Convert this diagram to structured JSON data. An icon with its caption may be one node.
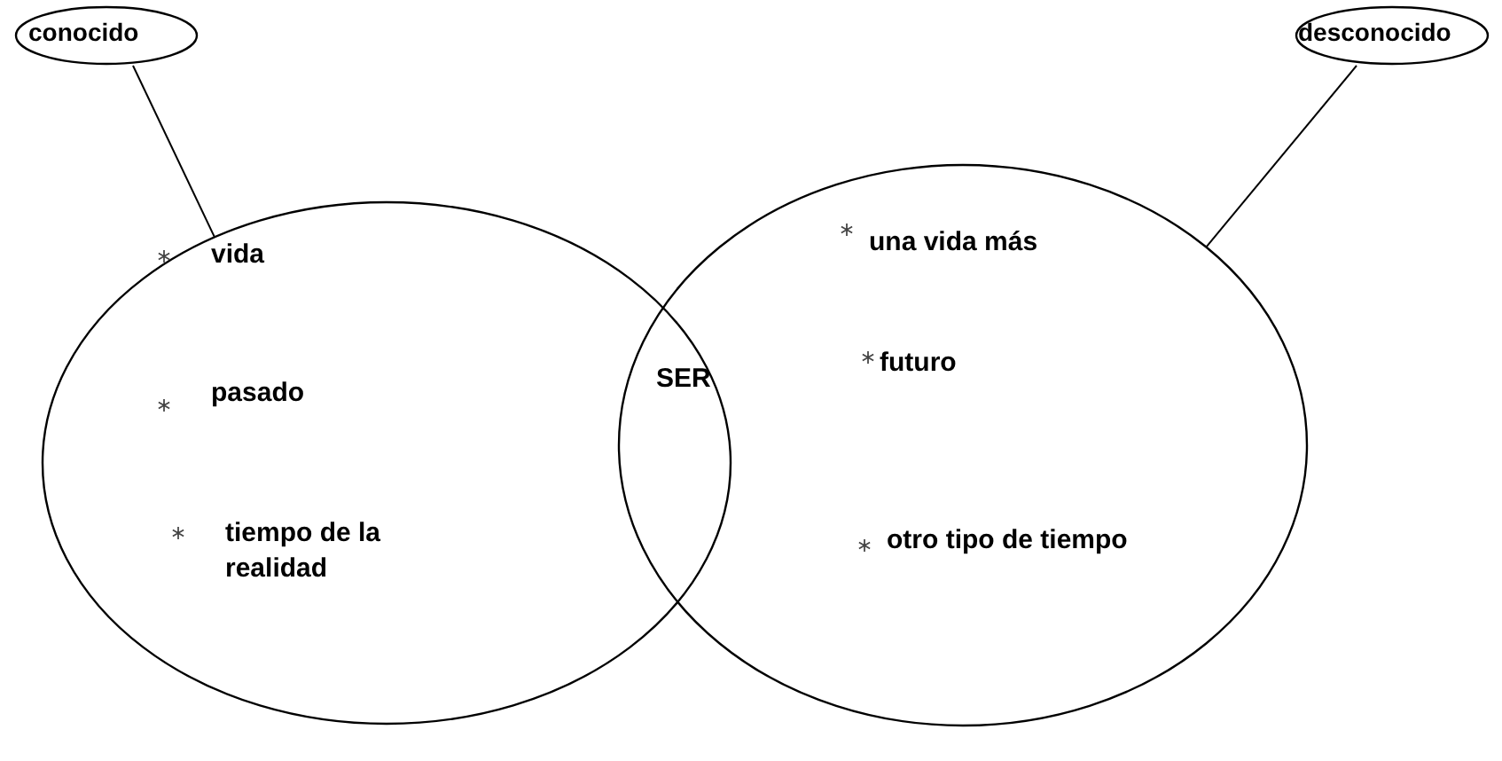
{
  "diagram": {
    "nodes": [
      {
        "text": [
          "conocido"
        ]
      },
      {
        "text": [
          "desconocido"
        ]
      },
      {
        "text": [
          "vida",
          "pasado",
          "tiempo de la realidad"
        ]
      },
      {
        "text": [
          "una vida más",
          "futuro",
          "otro tipo de tiempo"
        ]
      }
    ],
    "edges": [
      {
        "from": 0,
        "to": 2,
        "arrow": "none"
      },
      {
        "from": 1,
        "to": 3,
        "arrow": "none"
      }
    ],
    "labels": [
      "SER"
    ]
  }
}
